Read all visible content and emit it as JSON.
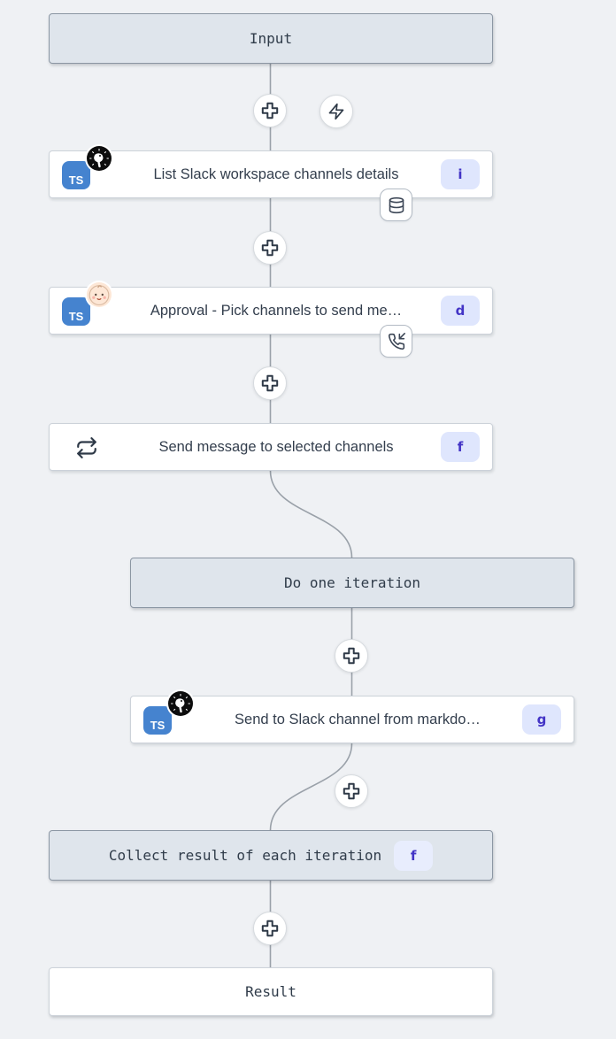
{
  "nodes": {
    "input": {
      "label": "Input"
    },
    "list_channels": {
      "label": "List Slack workspace channels details",
      "badge": "i",
      "lang": "TS",
      "logo": "deno-logo",
      "indicator": "database-icon"
    },
    "approval": {
      "label": "Approval - Pick channels to send me…",
      "badge": "d",
      "lang": "TS",
      "logo": "baby-face",
      "indicator": "phone-incoming-icon"
    },
    "send_message_loop": {
      "label": "Send message to selected channels",
      "badge": "f",
      "icon": "repeat-icon"
    },
    "do_one_iteration": {
      "label": "Do one iteration"
    },
    "send_to_slack": {
      "label": "Send to Slack channel from markdo…",
      "badge": "g",
      "lang": "TS",
      "logo": "deno-logo"
    },
    "collect_result": {
      "label": "Collect result of each iteration",
      "badge": "f"
    },
    "result": {
      "label": "Result"
    }
  },
  "buttons": {
    "insert_step": "plus-icon",
    "add_trigger": "zap-icon"
  },
  "colors": {
    "canvas_bg": "#eff1f4",
    "virtual_node_bg": "#dfe5ec",
    "virtual_node_border": "#8b96a3",
    "module_bg": "#ffffff",
    "module_border": "#ccd2d9",
    "badge_bg": "#dfe6fd",
    "badge_text": "#4334c6",
    "edge": "#9aa1a9",
    "icon": "#2e3947",
    "ts_blue": "#4583cf"
  }
}
